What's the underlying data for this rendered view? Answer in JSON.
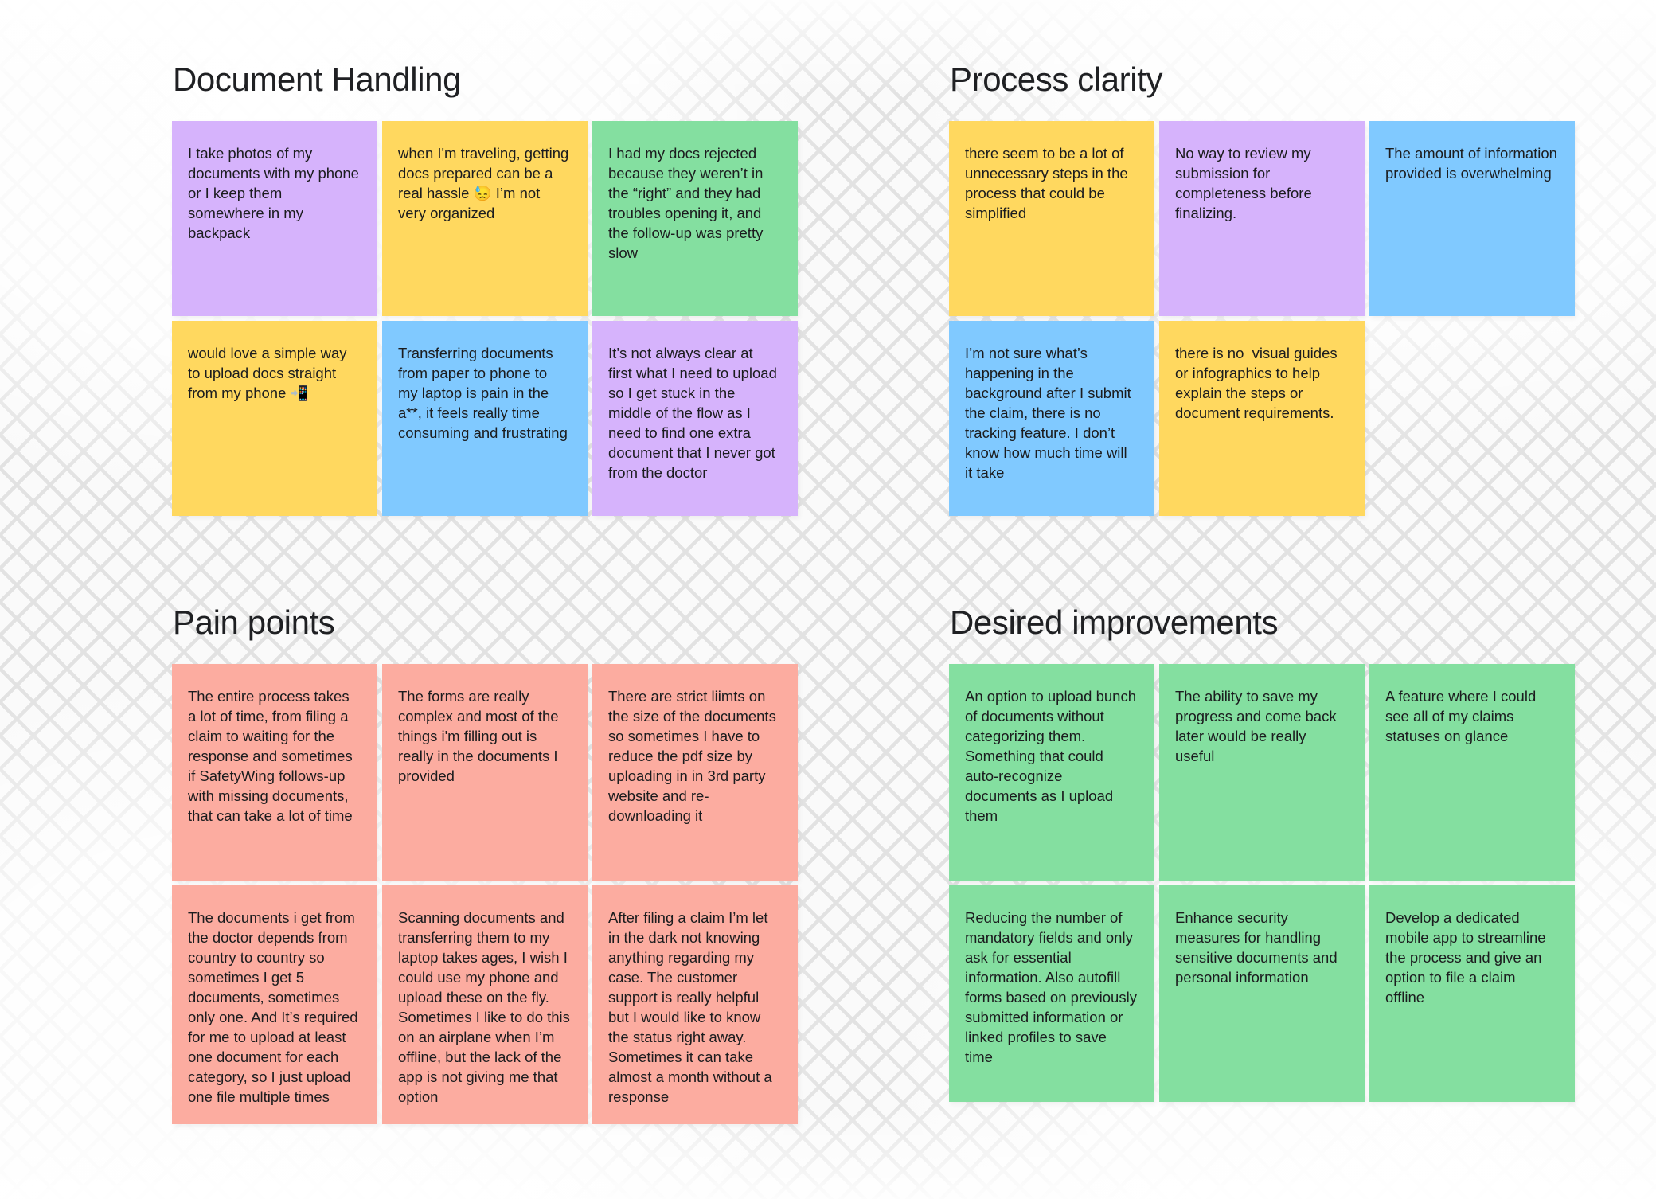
{
  "board": {
    "title_color": "#1f2023",
    "background_color": "#fafafa",
    "pattern": "x-cross-grid"
  },
  "palette": {
    "purple": "#d6b3fc",
    "yellow": "#ffd85f",
    "green": "#84dfa0",
    "blue": "#80c9ff",
    "salmon": "#fcaca0"
  },
  "quadrants": [
    {
      "id": "document-handling",
      "title": "Document Handling",
      "notes": [
        {
          "color": "purple",
          "text": "I take photos of my documents with my phone or I keep them somewhere in my backpack"
        },
        {
          "color": "yellow",
          "text": "when I'm traveling, getting docs prepared can be a real hassle 😓 I’m not very organized"
        },
        {
          "color": "green",
          "text": "I had my docs rejected because they weren’t in the “right” and they had troubles opening it, and the follow-up was pretty slow"
        },
        {
          "color": "yellow",
          "text": "would love a simple way to upload docs straight from my phone 📲"
        },
        {
          "color": "blue",
          "text": "Transferring documents from paper to phone to my laptop is pain in the a**, it feels really time consuming and frustrating"
        },
        {
          "color": "purple",
          "text": "It’s not always clear at first what I need to upload so I get stuck in the middle of the flow as I need to find one extra document that I never got from the doctor"
        }
      ]
    },
    {
      "id": "process-clarity",
      "title": "Process clarity",
      "notes": [
        {
          "color": "yellow",
          "text": "there seem to be a lot of unnecessary steps in the process that could be simplified"
        },
        {
          "color": "purple",
          "text": "No way to review my submission for completeness before finalizing."
        },
        {
          "color": "blue",
          "text": "The amount of information provided is overwhelming"
        },
        {
          "color": "blue",
          "text": "I’m not sure what’s happening in the background after I submit the claim, there is no tracking feature. I don’t know how much time will it take"
        },
        {
          "color": "yellow",
          "text": "there is no  visual guides or infographics to help explain the steps or document requirements."
        },
        {
          "color": "none",
          "text": ""
        }
      ]
    },
    {
      "id": "pain-points",
      "title": "Pain points",
      "notes": [
        {
          "color": "salmon",
          "text": "The entire process takes a lot of time, from filing a claim to waiting for the response and sometimes if SafetyWing follows-up with missing documents, that can take a lot of time"
        },
        {
          "color": "salmon",
          "text": "The forms are really complex and most of the things i'm filling out is really in the documents I provided"
        },
        {
          "color": "salmon",
          "text": "There are strict liimts on the size of the documents so sometimes I have to reduce the pdf size by uploading in in 3rd party website and re-downloading it"
        },
        {
          "color": "salmon",
          "text": "The documents i get from the doctor depends from country to country so sometimes I get 5 documents, sometimes only one. And It’s required for me to upload at least one document for each category, so I just upload one file multiple times"
        },
        {
          "color": "salmon",
          "text": "Scanning documents and transferring them to my laptop takes ages, I wish I could use my phone and upload these on the fly. Sometimes I like to do this on an airplane when I’m offline, but the lack of the app is not giving me that option"
        },
        {
          "color": "salmon",
          "text": "After filing a claim I’m let in the dark not knowing anything regarding my case. The customer support is really helpful but I would like to know the status right away. Sometimes it can take almost a month without a response"
        }
      ]
    },
    {
      "id": "desired-improvements",
      "title": "Desired improvements",
      "notes": [
        {
          "color": "green",
          "text": "An option to upload bunch of documents without categorizing them. Something that could auto-recognize documents as I upload them"
        },
        {
          "color": "green",
          "text": "The ability to save my progress and come back later would be really useful"
        },
        {
          "color": "green",
          "text": "A feature where I could see all of my claims statuses on glance"
        },
        {
          "color": "green",
          "text": "Reducing the number of mandatory fields and only ask for essential information. Also autofill forms based on previously submitted information or linked profiles to save time"
        },
        {
          "color": "green",
          "text": "Enhance security measures for handling sensitive documents and personal information"
        },
        {
          "color": "green",
          "text": "Develop a dedicated mobile app to streamline the process and give an option to file a claim offline"
        }
      ]
    }
  ]
}
